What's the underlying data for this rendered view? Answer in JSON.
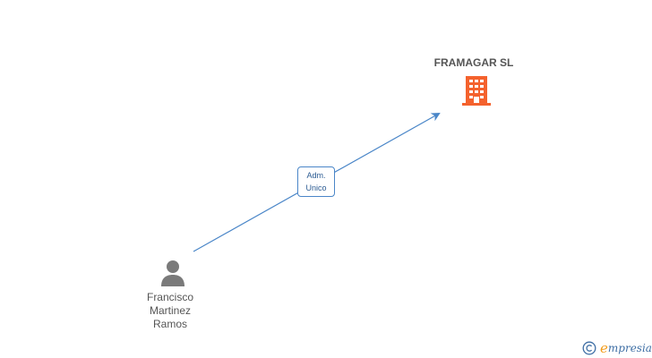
{
  "company": {
    "name": "FRAMAGAR SL",
    "icon": "building-icon",
    "color": "#f4622d"
  },
  "person": {
    "name_lines": [
      "Francisco",
      "Martinez",
      "Ramos"
    ],
    "icon": "person-icon",
    "color": "#7a7a7a"
  },
  "relation": {
    "role_lines": [
      "Adm.",
      "Unico"
    ],
    "color": "#4a86c8"
  },
  "brand": {
    "copyright_symbol": "©",
    "logo_initial": "e",
    "logo_text": "mpresia",
    "colors": {
      "initial": "#f39c1a",
      "text": "#3f6fa5"
    }
  }
}
